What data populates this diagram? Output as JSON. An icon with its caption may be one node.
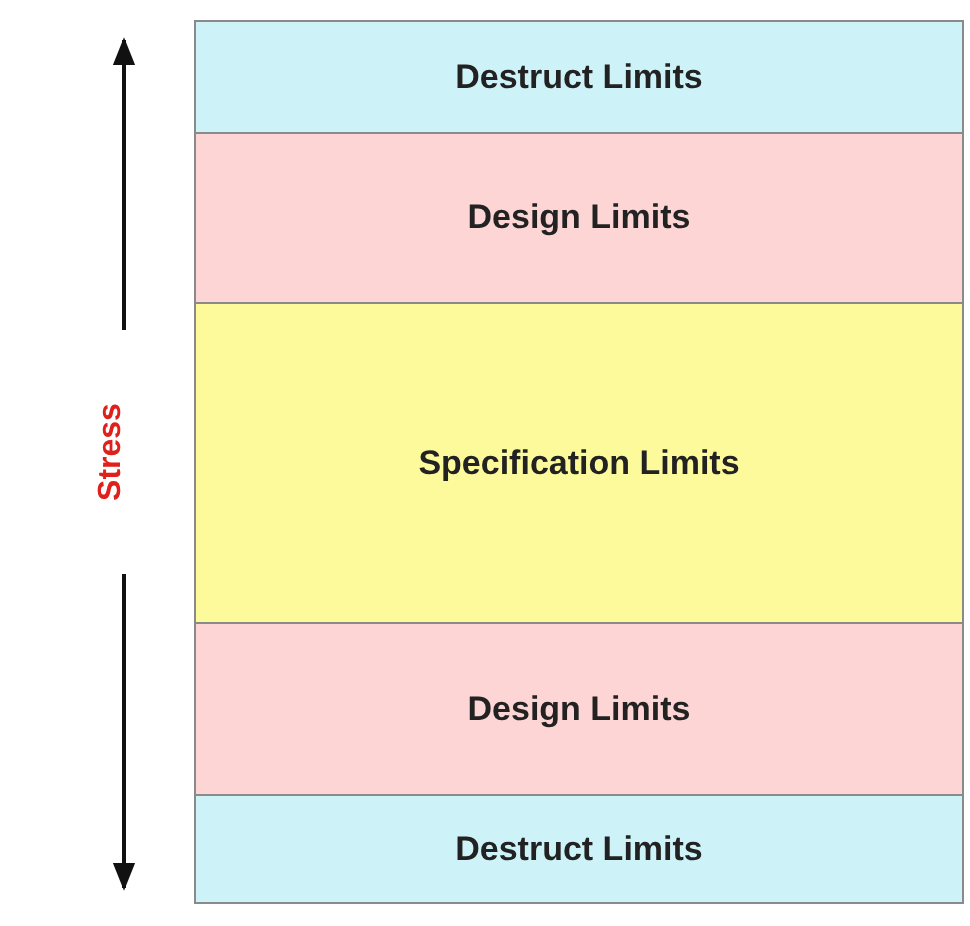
{
  "diagram": {
    "nodes": [
      {
        "text": [
          "Destruct Limits"
        ]
      },
      {
        "text": [
          "Design Limits"
        ]
      },
      {
        "text": [
          "Specification Limits"
        ]
      },
      {
        "text": [
          "Design Limits"
        ]
      },
      {
        "text": [
          "Destruct Limits"
        ]
      }
    ],
    "labels": [
      "Stress"
    ]
  }
}
